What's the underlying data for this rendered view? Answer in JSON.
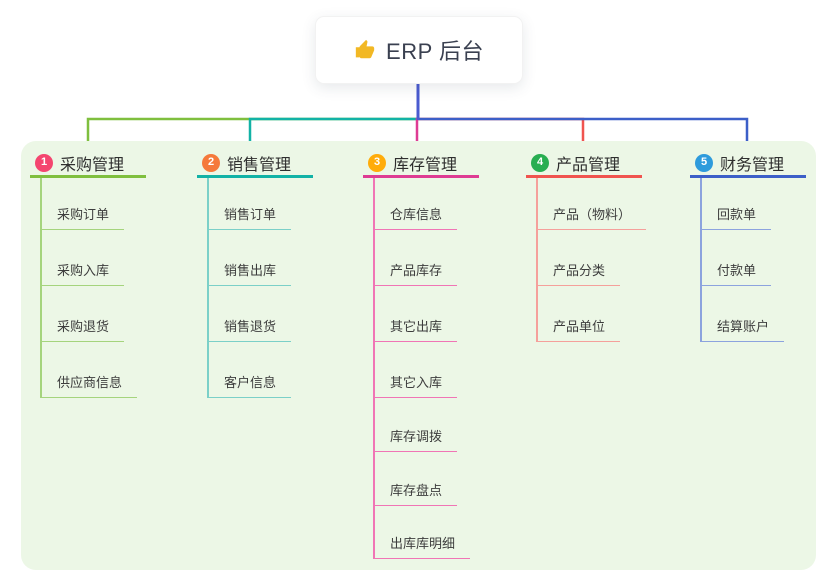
{
  "root": {
    "label": "ERP 后台",
    "icon": "thumbs-up-icon",
    "icon_color": "#F2B824",
    "connector_color": "#4A5BD0"
  },
  "canvas": {
    "background": "#FFFFFF",
    "container_background": "#ECF7E6"
  },
  "branches": [
    {
      "badge": "1",
      "label": "采购管理",
      "badge_color": "#F4456F",
      "line_color": "#7FBF3E",
      "child_line_color": "#A5D47D",
      "children": [
        "采购订单",
        "采购入库",
        "采购退货",
        "供应商信息"
      ]
    },
    {
      "badge": "2",
      "label": "销售管理",
      "badge_color": "#F5793B",
      "line_color": "#12B2A6",
      "child_line_color": "#7BD0C8",
      "children": [
        "销售订单",
        "销售出库",
        "销售退货",
        "客户信息"
      ]
    },
    {
      "badge": "3",
      "label": "库存管理",
      "badge_color": "#FFAC0A",
      "line_color": "#DE3C93",
      "child_line_color": "#F075B5",
      "children": [
        "仓库信息",
        "产品库存",
        "其它出库",
        "其它入库",
        "库存调拨",
        "库存盘点",
        "出库库明细"
      ]
    },
    {
      "badge": "4",
      "label": "产品管理",
      "badge_color": "#28AE51",
      "line_color": "#F0544F",
      "child_line_color": "#F5A09B",
      "children": [
        "产品（物料）",
        "产品分类",
        "产品单位"
      ]
    },
    {
      "badge": "5",
      "label": "财务管理",
      "badge_color": "#2E9BDC",
      "line_color": "#3C5FC8",
      "child_line_color": "#8CA3DE",
      "children": [
        "回款单",
        "付款单",
        "结算账户"
      ]
    }
  ]
}
